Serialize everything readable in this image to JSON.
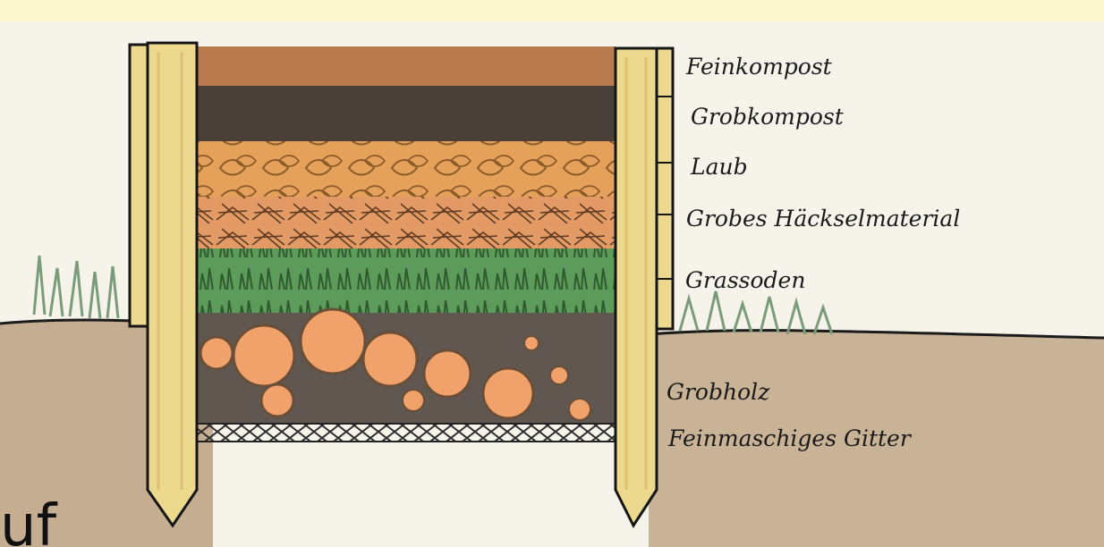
{
  "labels": {
    "fine_compost": "Feinkompost",
    "coarse_compost": "Grobkompost",
    "leaves": "Laub",
    "coarse_chippings": "Grobes Häckselmaterial",
    "grass_sods": "Grassoden",
    "coarse_wood": "Grobholz",
    "fine_mesh_grid": "Feinmaschiges Gitter"
  },
  "partial_text": "uf",
  "colors": {
    "paper": "#f6f3ea",
    "top_band": "#fbf7cf",
    "post": "#edd98e",
    "fine_compost": "#b87a4c",
    "coarse_compost": "#4a4039",
    "leaves": "#e5a15a",
    "chippings": "#e39a64",
    "grass": "#5c9b5a",
    "wood_ends": "#f0a26a",
    "soil": "#c4ad90",
    "mesh": "#333333"
  }
}
